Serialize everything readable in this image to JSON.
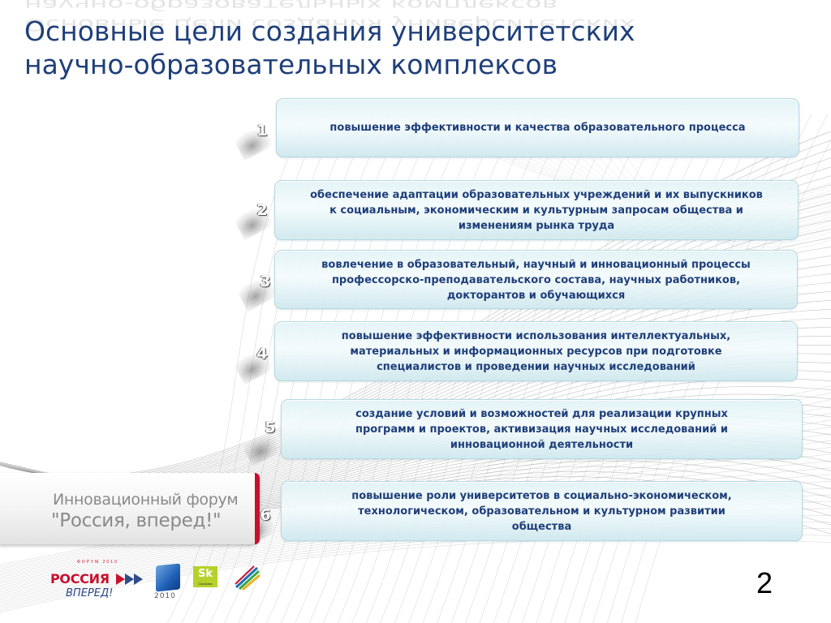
{
  "slide": {
    "title_lines": [
      "Основные цели создания университетских",
      "научно-образовательных комплексов"
    ],
    "page_number": "2"
  },
  "goals": [
    {
      "number": "1",
      "lines": [
        "повышение эффективности и качества образовательного процесса"
      ]
    },
    {
      "number": "2",
      "lines": [
        "обеспечение адаптации образовательных учреждений и их выпускников",
        "к социальным, экономическим и культурным запросам общества и",
        "изменениям рынка труда"
      ]
    },
    {
      "number": "3",
      "lines": [
        "вовлечение в образовательный, научный и инновационный процессы",
        "профессорско-преподавательского состава, научных работников,",
        "докторантов и обучающихся"
      ]
    },
    {
      "number": "4",
      "lines": [
        "повышение эффективности использования интеллектуальных,",
        "материальных и информационных ресурсов при подготовке",
        "специалистов и проведении научных исследований"
      ]
    },
    {
      "number": "5",
      "lines": [
        "создание условий и возможностей для реализации крупных",
        "программ и проектов, активизация научных исследований и",
        "инновационной деятельности"
      ]
    },
    {
      "number": "6",
      "lines": [
        "повышение роли университетов в социально-экономическом,",
        "технологическом, образовательном и культурном развитии",
        "общества"
      ]
    }
  ],
  "forum": {
    "line1": "Инновационный форум",
    "line2": "\"Россия, вперед!\""
  },
  "logos": {
    "forum_caption": "ФОРУМ 2010",
    "russia": "РОССИЯ",
    "vpered": "ВПЕРЕД!",
    "cube_year": "2010",
    "sk": "Sk",
    "sk_sub": "Сколково",
    "icons": [
      "russia-vpered-logo",
      "blue-cube-logo",
      "skolkovo-logo",
      "emblem-logo"
    ]
  },
  "colors": {
    "title": "#1f3f7a",
    "goal_text": "#1f3f7a",
    "box_border": "#b8d8e0",
    "accent_red": "#c8102e",
    "forum_text": "#8a8a8a"
  }
}
